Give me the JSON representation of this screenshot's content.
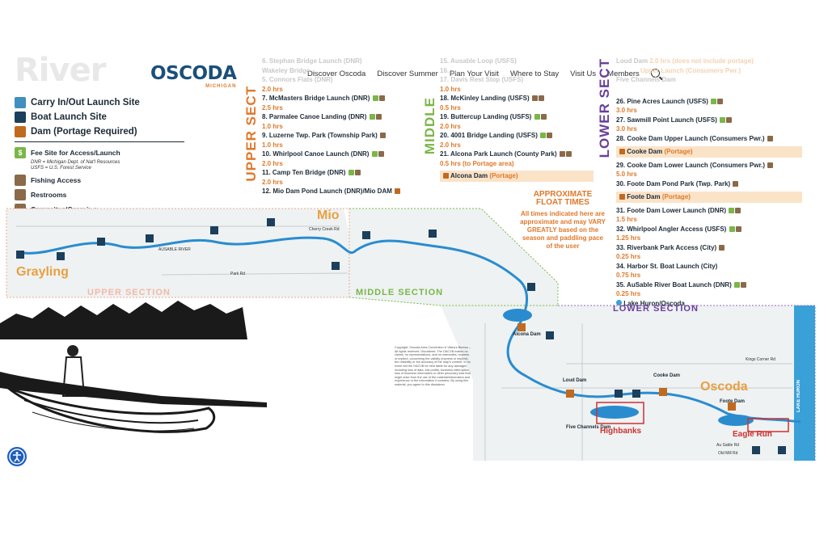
{
  "brand": {
    "river_word": "River",
    "logo": "OSCODA",
    "logo_sub": "MICHIGAN"
  },
  "nav": {
    "items": [
      "Discover Oscoda",
      "Discover Summer",
      "Plan Your Visit",
      "Where to Stay",
      "Visit Us",
      "Members"
    ],
    "search_icon": "search-icon"
  },
  "legend": {
    "carry": "Carry In/Out Launch Site",
    "boat": "Boat Launch Site",
    "dam": "Dam (Portage Required)",
    "fee": "Fee Site for Access/Launch",
    "fee_note1": "DNR = Michigan Dept. of Nat'l Resources",
    "fee_note2": "USFS = U.S. Forest Service",
    "fishing": "Fishing Access",
    "restrooms": "Restrooms",
    "camp": "Campsites/Camping"
  },
  "upper": {
    "label": "UPPER SECT",
    "faded": [
      "6. Stephan Bridge Launch (DNR)",
      "Wakeley Bridge ...",
      "5. Connors Flats (DNR)"
    ],
    "faded_time": "2.0 hrs",
    "items": [
      {
        "name": "7. McMasters Bridge Launch (DNR)",
        "time": "2.5 hrs"
      },
      {
        "name": "8. Parmalee Canoe Landing (DNR)",
        "time": "1.0 hrs"
      },
      {
        "name": "9. Luzerne Twp. Park (Township Park)",
        "time": "1.0 hrs"
      },
      {
        "name": "10. Whirlpool Canoe Launch (DNR)",
        "time": "2.0 hrs"
      },
      {
        "name": "11. Camp Ten Bridge (DNR)",
        "time": "2.0 hrs"
      },
      {
        "name": "12. Mio Dam Pond Launch (DNR)/Mio DAM",
        "time": ""
      }
    ]
  },
  "middle": {
    "label": "MIDDLE",
    "faded": [
      "15. Ausable Loop (USFS)",
      "16. ...",
      "17. Davis Rest Stop (USFS)"
    ],
    "items": [
      {
        "name": "",
        "time": "1.0 hrs"
      },
      {
        "name": "18. McKinley Landing (USFS)",
        "time": "0.5 hrs"
      },
      {
        "name": "19. Buttercup Landing (USFS)",
        "time": "2.0 hrs"
      },
      {
        "name": "20. 4001 Bridge Landing (USFS)",
        "time": "2.0 hrs"
      },
      {
        "name": "21. Alcona Park Launch (County Park)",
        "time": "0.5 hrs (to Portage area)"
      }
    ],
    "dam": "Alcona Dam",
    "portage": "(Portage)"
  },
  "lower": {
    "label": "LOWER SECT",
    "faded": [
      "Loud Dam",
      "Five Channels Dam"
    ],
    "faded_note1": "2.0 hrs (does not include portage)",
    "faded_note2": "Upper Launch (Consumers Pwr.)",
    "items": [
      {
        "name": "26. Pine Acres Launch (USFS)",
        "time": "3.0 hrs"
      },
      {
        "name": "27. Sawmill Point Launch (USFS)",
        "time": "3.0 hrs"
      },
      {
        "name": "28. Cooke Dam Upper Launch (Consumers Pwr.)",
        "time": ""
      }
    ],
    "dam1": "Cooke Dam",
    "items2": [
      {
        "name": "29. Cooke Dam Lower Launch (Consumers Pwr.)",
        "time": "5.0 hrs"
      },
      {
        "name": "30. Foote Dam Pond Park (Twp. Park)",
        "time": ""
      }
    ],
    "dam2": "Foote Dam",
    "items3": [
      {
        "name": "31. Foote Dam Lower Launch (DNR)",
        "time": "1.5 hrs"
      },
      {
        "name": "32. Whirlpool Angler Access (USFS)",
        "time": "1.25 hrs"
      },
      {
        "name": "33. Riverbank Park Access (City)",
        "time": "0.25 hrs"
      },
      {
        "name": "34. Harbor St. Boat Launch (City)",
        "time": "0.75 hrs"
      },
      {
        "name": "35. AuSable River Boat Launch (DNR)",
        "time": "0.25 hrs"
      }
    ],
    "end": "Lake Huron/Oscoda",
    "portage": "(Portage)"
  },
  "approx": {
    "head1": "APPROXIMATE",
    "head2": "FLOAT TIMES",
    "body": "All times indicated here are approximate and may VARY GREATLY based on the season and paddling pace of the user"
  },
  "map": {
    "towns": [
      "Grayling",
      "Mio",
      "Oscoda"
    ],
    "sections": [
      "UPPER SECTION",
      "MIDDLE SECTION",
      "LOWER SECTION"
    ],
    "places": [
      "Alcona Dam",
      "Loud Dam",
      "Five Channels Dam",
      "Cooke Dam",
      "Foote Dam",
      "Highbanks",
      "Eagle Run",
      "LAKE HURON",
      "AUSABLE RIVER",
      "Park Rd",
      "Kings Corner Rd",
      "Cherry Creek Rd",
      "Au Sable Rd",
      "Old Mill Rd"
    ],
    "copyright": "Copyright: Oscoda Area Convention & Visitors Bureau – All rights reserved. Disclaimer: The OACVB makes no claims, no representations, and no warranties, express or implied, concerning the validity (express or implied), the reliability or the accuracy of the map's content. In no event will the OACVB be held liable for any damages, including loss of data, lost profits, business interruption, loss of business information or other pecuniary loss that might arise from the use of the material/information and experience or the information it contains. By using this material, you agree to this disclaimer."
  },
  "colors": {
    "navy": "#1b3f5c",
    "orange": "#e0782a",
    "purple": "#6a3f9a",
    "green": "#7ab648",
    "water": "#3aa0d8",
    "land": "#eef2f2"
  }
}
